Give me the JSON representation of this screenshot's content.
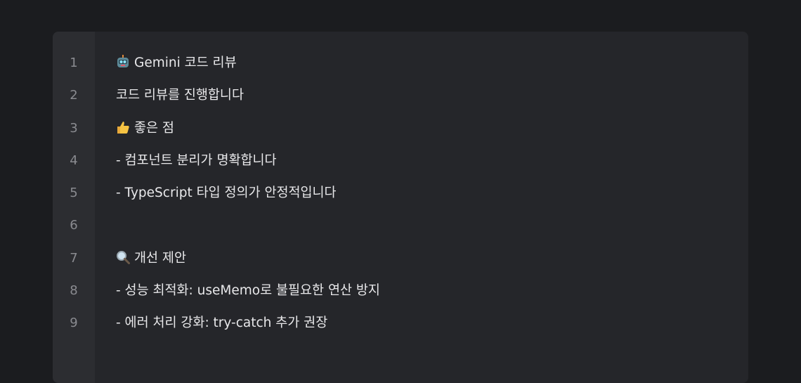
{
  "editor": {
    "lines": [
      {
        "number": "1",
        "icon": "robot-icon",
        "text": "Gemini 코드 리뷰"
      },
      {
        "number": "2",
        "text": "코드 리뷰를 진행합니다"
      },
      {
        "number": "3",
        "icon": "thumbs-up-icon",
        "text": "좋은 점"
      },
      {
        "number": "4",
        "text": "- 컴포넌트 분리가 명확합니다"
      },
      {
        "number": "5",
        "text": "- TypeScript 타입 정의가 안정적입니다"
      },
      {
        "number": "6",
        "text": ""
      },
      {
        "number": "7",
        "icon": "magnifier-icon",
        "text": "개선 제안"
      },
      {
        "number": "8",
        "text": "- 성능 최적화: useMemo로 불필요한 연산 방지"
      },
      {
        "number": "9",
        "text": "- 에러 처리 강화: try-catch 추가 권장"
      }
    ]
  }
}
